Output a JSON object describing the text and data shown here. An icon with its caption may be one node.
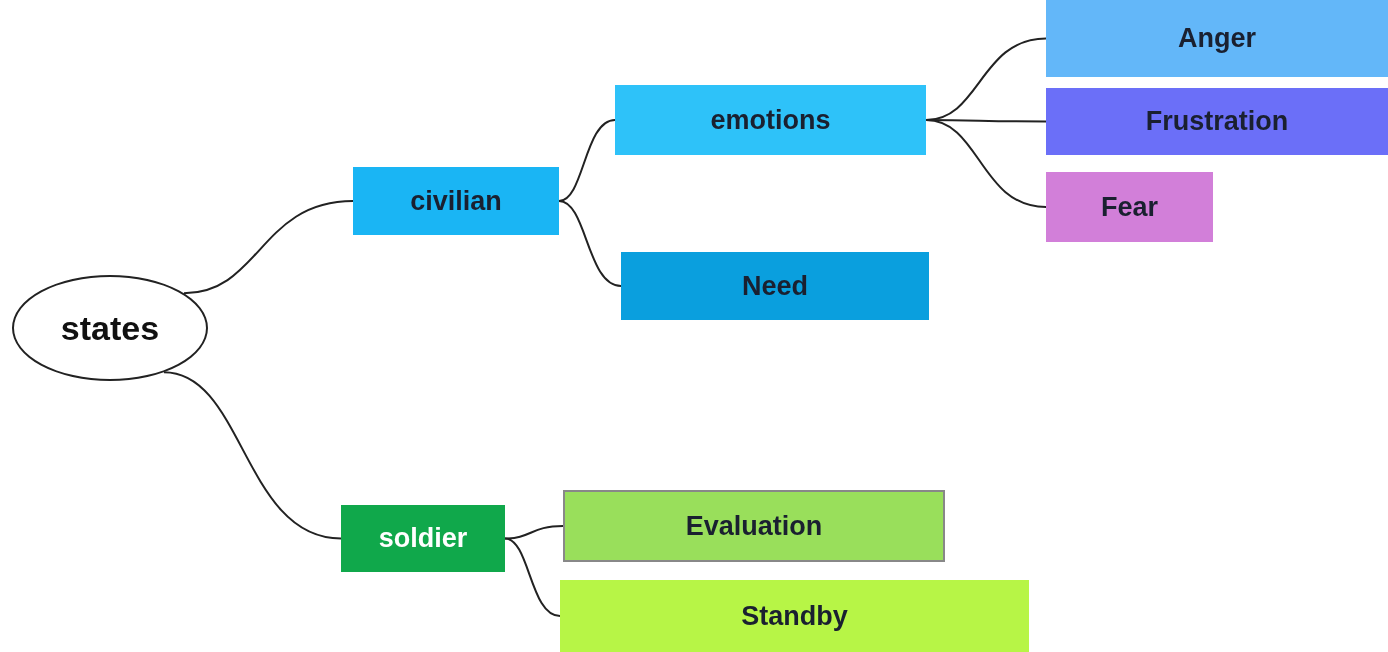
{
  "diagram": {
    "nodes": [
      {
        "text": [
          "states"
        ]
      },
      {
        "text": [
          "civilian"
        ]
      },
      {
        "text": [
          "emotions"
        ]
      },
      {
        "text": [
          "Need"
        ]
      },
      {
        "text": [
          "Anger"
        ]
      },
      {
        "text": [
          "Frustration"
        ]
      },
      {
        "text": [
          "Fear"
        ]
      },
      {
        "text": [
          "soldier"
        ]
      },
      {
        "text": [
          "Evaluation"
        ]
      },
      {
        "text": [
          "Standby"
        ]
      }
    ],
    "edges": [
      {
        "from": 0,
        "to": 1,
        "arrow": "none"
      },
      {
        "from": 0,
        "to": 7,
        "arrow": "none"
      },
      {
        "from": 1,
        "to": 2,
        "arrow": "none"
      },
      {
        "from": 1,
        "to": 3,
        "arrow": "none"
      },
      {
        "from": 2,
        "to": 4,
        "arrow": "none"
      },
      {
        "from": 2,
        "to": 5,
        "arrow": "none"
      },
      {
        "from": 2,
        "to": 6,
        "arrow": "none"
      },
      {
        "from": 7,
        "to": 8,
        "arrow": "none"
      },
      {
        "from": 7,
        "to": 9,
        "arrow": "none"
      }
    ]
  }
}
